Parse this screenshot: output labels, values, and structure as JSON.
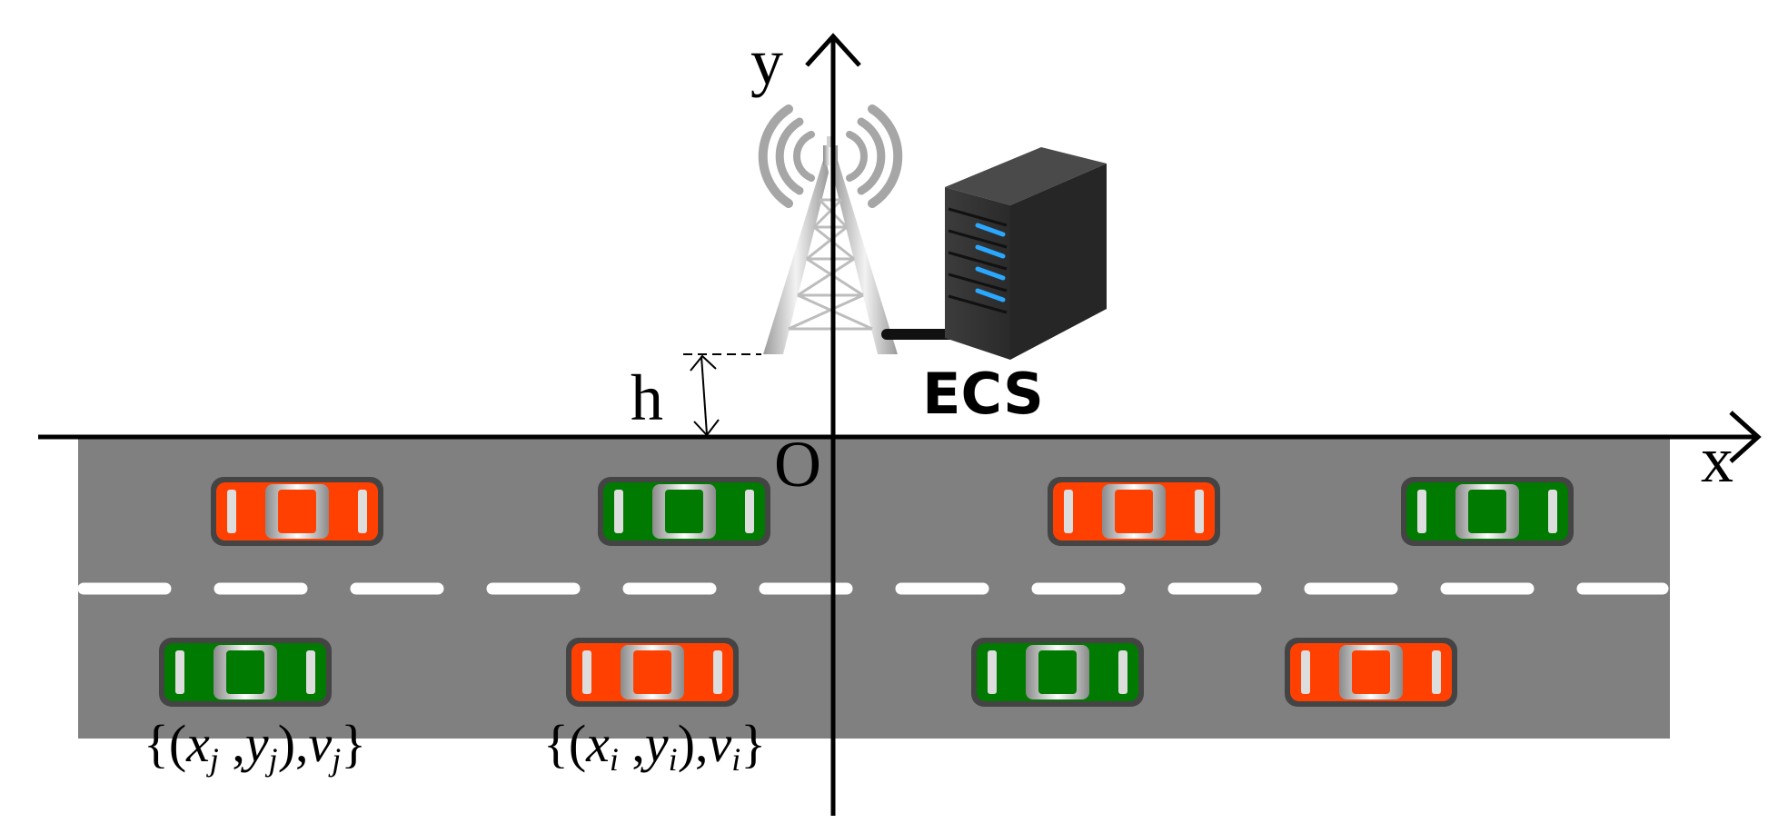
{
  "axes": {
    "y_label": "y",
    "x_label": "x",
    "origin_label": "O",
    "height_label": "h"
  },
  "server": {
    "label": "ECS"
  },
  "vehicle_labels": {
    "j": {
      "brace_open": "{(",
      "x": "x",
      "x_sub": "j",
      "sep": " ,",
      "y": "y",
      "y_sub": "j",
      "close": "),",
      "v": "v",
      "v_sub": "j",
      "brace_close": "}"
    },
    "i": {
      "brace_open": "{(",
      "x": "x",
      "x_sub": "i",
      "sep": " ,",
      "y": "y",
      "y_sub": "i",
      "close": "),",
      "v": "v",
      "v_sub": "i",
      "brace_close": "}"
    }
  },
  "colors": {
    "road": "#808080",
    "lane_marking": "#ffffff",
    "car_red": "#ff4000",
    "car_green": "#007a00",
    "car_outline": "#444444",
    "axis": "#000000",
    "server_body": "#3a3a3a",
    "server_led": "#1e90ff"
  },
  "vehicles": [
    {
      "color": "red",
      "lane": "upper"
    },
    {
      "color": "green",
      "lane": "upper"
    },
    {
      "color": "red",
      "lane": "upper"
    },
    {
      "color": "green",
      "lane": "upper"
    },
    {
      "color": "green",
      "lane": "lower"
    },
    {
      "color": "red",
      "lane": "lower"
    },
    {
      "color": "green",
      "lane": "lower"
    },
    {
      "color": "red",
      "lane": "lower"
    }
  ],
  "icons": {
    "tower": "antenna-tower-icon",
    "server": "server-icon"
  }
}
